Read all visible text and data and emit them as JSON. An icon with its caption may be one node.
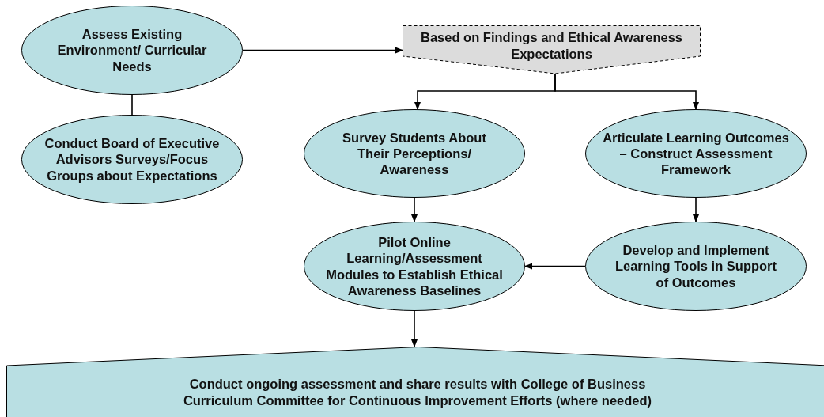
{
  "diagram": {
    "nodes": [
      {
        "text": [
          "Assess Existing Environment/ Curricular Needs"
        ]
      },
      {
        "text": [
          "Based on Findings and Ethical Awareness Expectations"
        ]
      },
      {
        "text": [
          "Conduct Board of Executive Advisors Surveys/Focus Groups about Expectations"
        ]
      },
      {
        "text": [
          "Survey Students About Their Perceptions/ Awareness"
        ]
      },
      {
        "text": [
          "Articulate Learning Outcomes – Construct Assessment Framework"
        ]
      },
      {
        "text": [
          "Pilot Online Learning/Assessment Modules to Establish Ethical Awareness Baselines"
        ]
      },
      {
        "text": [
          "Develop and Implement Learning Tools in Support of Outcomes"
        ]
      },
      {
        "text": [
          "Conduct ongoing assessment and share results with College of Business Curriculum Committee for Continuous Improvement Efforts (where needed)"
        ]
      }
    ],
    "edges": [
      {
        "from": 0,
        "to": 1,
        "arrow": "to"
      },
      {
        "from": 0,
        "to": 2,
        "arrow": "none"
      },
      {
        "from": 1,
        "to": 3,
        "arrow": "to"
      },
      {
        "from": 1,
        "to": 4,
        "arrow": "to"
      },
      {
        "from": 3,
        "to": 5,
        "arrow": "to"
      },
      {
        "from": 4,
        "to": 6,
        "arrow": "to"
      },
      {
        "from": 6,
        "to": 5,
        "arrow": "to"
      },
      {
        "from": 5,
        "to": 7,
        "arrow": "to"
      }
    ]
  }
}
